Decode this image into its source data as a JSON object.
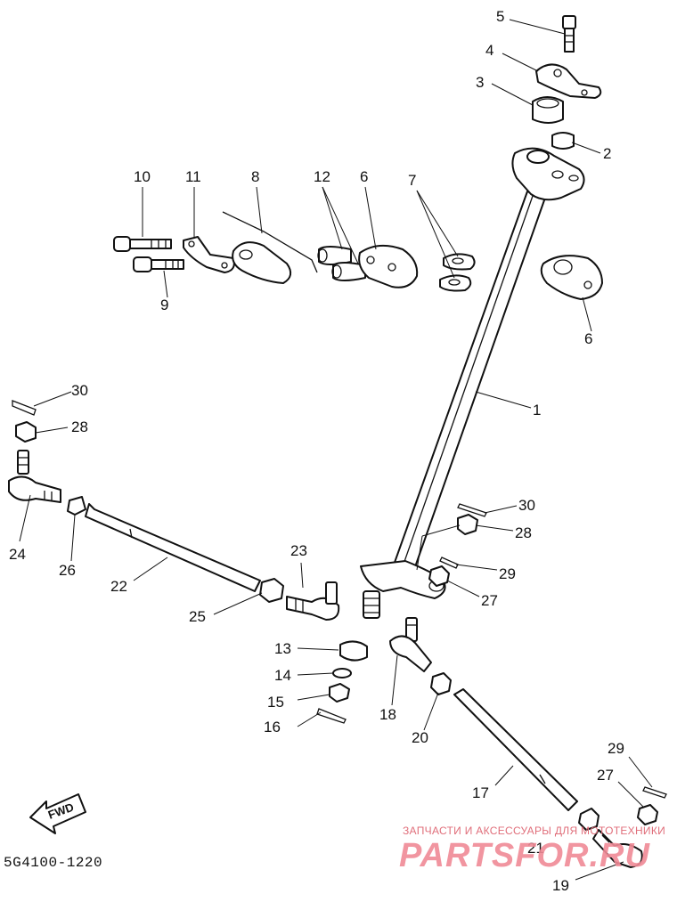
{
  "diagram": {
    "callouts": [
      {
        "id": "5",
        "text": "5"
      },
      {
        "id": "4",
        "text": "4"
      },
      {
        "id": "3",
        "text": "3"
      },
      {
        "id": "2",
        "text": "2"
      },
      {
        "id": "10",
        "text": "10"
      },
      {
        "id": "11",
        "text": "11"
      },
      {
        "id": "8",
        "text": "8"
      },
      {
        "id": "12",
        "text": "12"
      },
      {
        "id": "6a",
        "text": "6"
      },
      {
        "id": "7",
        "text": "7"
      },
      {
        "id": "9",
        "text": "9"
      },
      {
        "id": "6b",
        "text": "6"
      },
      {
        "id": "1",
        "text": "1"
      },
      {
        "id": "30a",
        "text": "30"
      },
      {
        "id": "28a",
        "text": "28"
      },
      {
        "id": "24",
        "text": "24"
      },
      {
        "id": "26",
        "text": "26"
      },
      {
        "id": "22",
        "text": "22"
      },
      {
        "id": "30b",
        "text": "30"
      },
      {
        "id": "28b",
        "text": "28"
      },
      {
        "id": "29a",
        "text": "29"
      },
      {
        "id": "27a",
        "text": "27"
      },
      {
        "id": "23",
        "text": "23"
      },
      {
        "id": "25",
        "text": "25"
      },
      {
        "id": "13",
        "text": "13"
      },
      {
        "id": "14",
        "text": "14"
      },
      {
        "id": "15",
        "text": "15"
      },
      {
        "id": "16",
        "text": "16"
      },
      {
        "id": "18",
        "text": "18"
      },
      {
        "id": "20",
        "text": "20"
      },
      {
        "id": "17",
        "text": "17"
      },
      {
        "id": "29b",
        "text": "29"
      },
      {
        "id": "27b",
        "text": "27"
      },
      {
        "id": "21",
        "text": "21"
      },
      {
        "id": "19",
        "text": "19"
      }
    ],
    "forward_label": "FWD",
    "drawing_code": "5G4100-1220"
  },
  "watermark": {
    "tagline": "ЗАПЧАСТИ И АКСЕССУАРЫ ДЛЯ МОТОТЕХНИКИ",
    "logo": "PARTSFOR.RU",
    "color": "#f08a96"
  }
}
